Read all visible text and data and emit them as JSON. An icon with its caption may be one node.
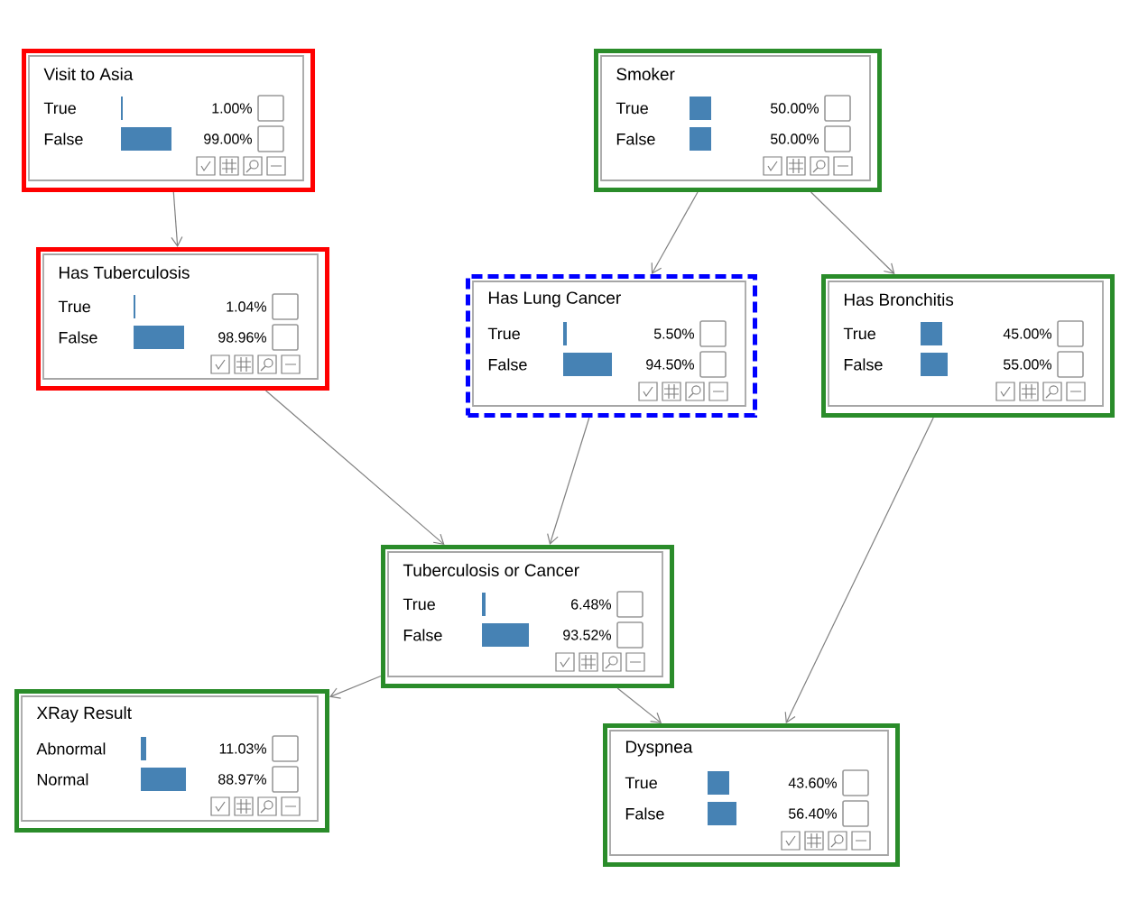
{
  "diagram": {
    "nodes": [
      {
        "text": [
          "Visit to Asia",
          "True",
          "1.00%",
          "False",
          "99.00%"
        ]
      },
      {
        "text": [
          "Has Tuberculosis",
          "True",
          "1.04%",
          "False",
          "98.96%"
        ]
      },
      {
        "text": [
          "Smoker",
          "True",
          "50.00%",
          "False",
          "50.00%"
        ]
      },
      {
        "text": [
          "Has Lung Cancer",
          "True",
          "5.50%",
          "False",
          "94.50%"
        ]
      },
      {
        "text": [
          "Has Bronchitis",
          "True",
          "45.00%",
          "False",
          "55.00%"
        ]
      },
      {
        "text": [
          "Tuberculosis or Cancer",
          "True",
          "6.48%",
          "False",
          "93.52%"
        ]
      },
      {
        "text": [
          "XRay Result",
          "Abnormal",
          "11.03%",
          "Normal",
          "88.97%"
        ]
      },
      {
        "text": [
          "Dyspnea",
          "True",
          "43.60%",
          "False",
          "56.40%"
        ]
      }
    ],
    "edges": [
      {
        "from": 0,
        "to": 1,
        "arrow": "to"
      },
      {
        "from": 2,
        "to": 3,
        "arrow": "to"
      },
      {
        "from": 2,
        "to": 4,
        "arrow": "to"
      },
      {
        "from": 1,
        "to": 5,
        "arrow": "to"
      },
      {
        "from": 3,
        "to": 5,
        "arrow": "to"
      },
      {
        "from": 5,
        "to": 6,
        "arrow": "to"
      },
      {
        "from": 5,
        "to": 7,
        "arrow": "to"
      },
      {
        "from": 4,
        "to": 7,
        "arrow": "to"
      }
    ]
  }
}
